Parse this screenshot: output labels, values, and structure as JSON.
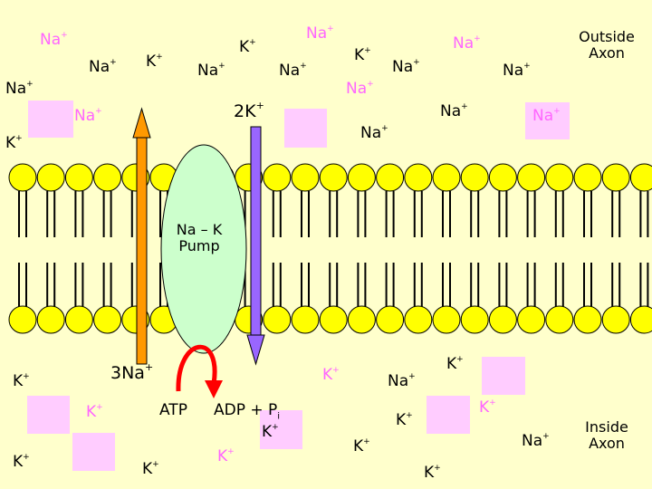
{
  "labels": {
    "outside_axon": "Outside\nAxon",
    "inside_axon": "Inside\nAxon",
    "pump": "Na – K\nPump",
    "two_k": "2K",
    "three_na": "3Na",
    "atp": "ATP",
    "adp_pi": "ADP + P",
    "adp_sub": "i"
  },
  "ions": {
    "na": "Na",
    "k": "K",
    "plus": "+"
  },
  "colors": {
    "background": "#ffffcc",
    "phospholipid_head": "#ffff00",
    "protein": "#ccffcc",
    "outflow_arrow": "#ff9900",
    "inflow_arrow": "#9966ff",
    "atp_arrow": "#ff0000",
    "ion_box": "#ffccff",
    "highlight_text": "#ff66ff"
  }
}
